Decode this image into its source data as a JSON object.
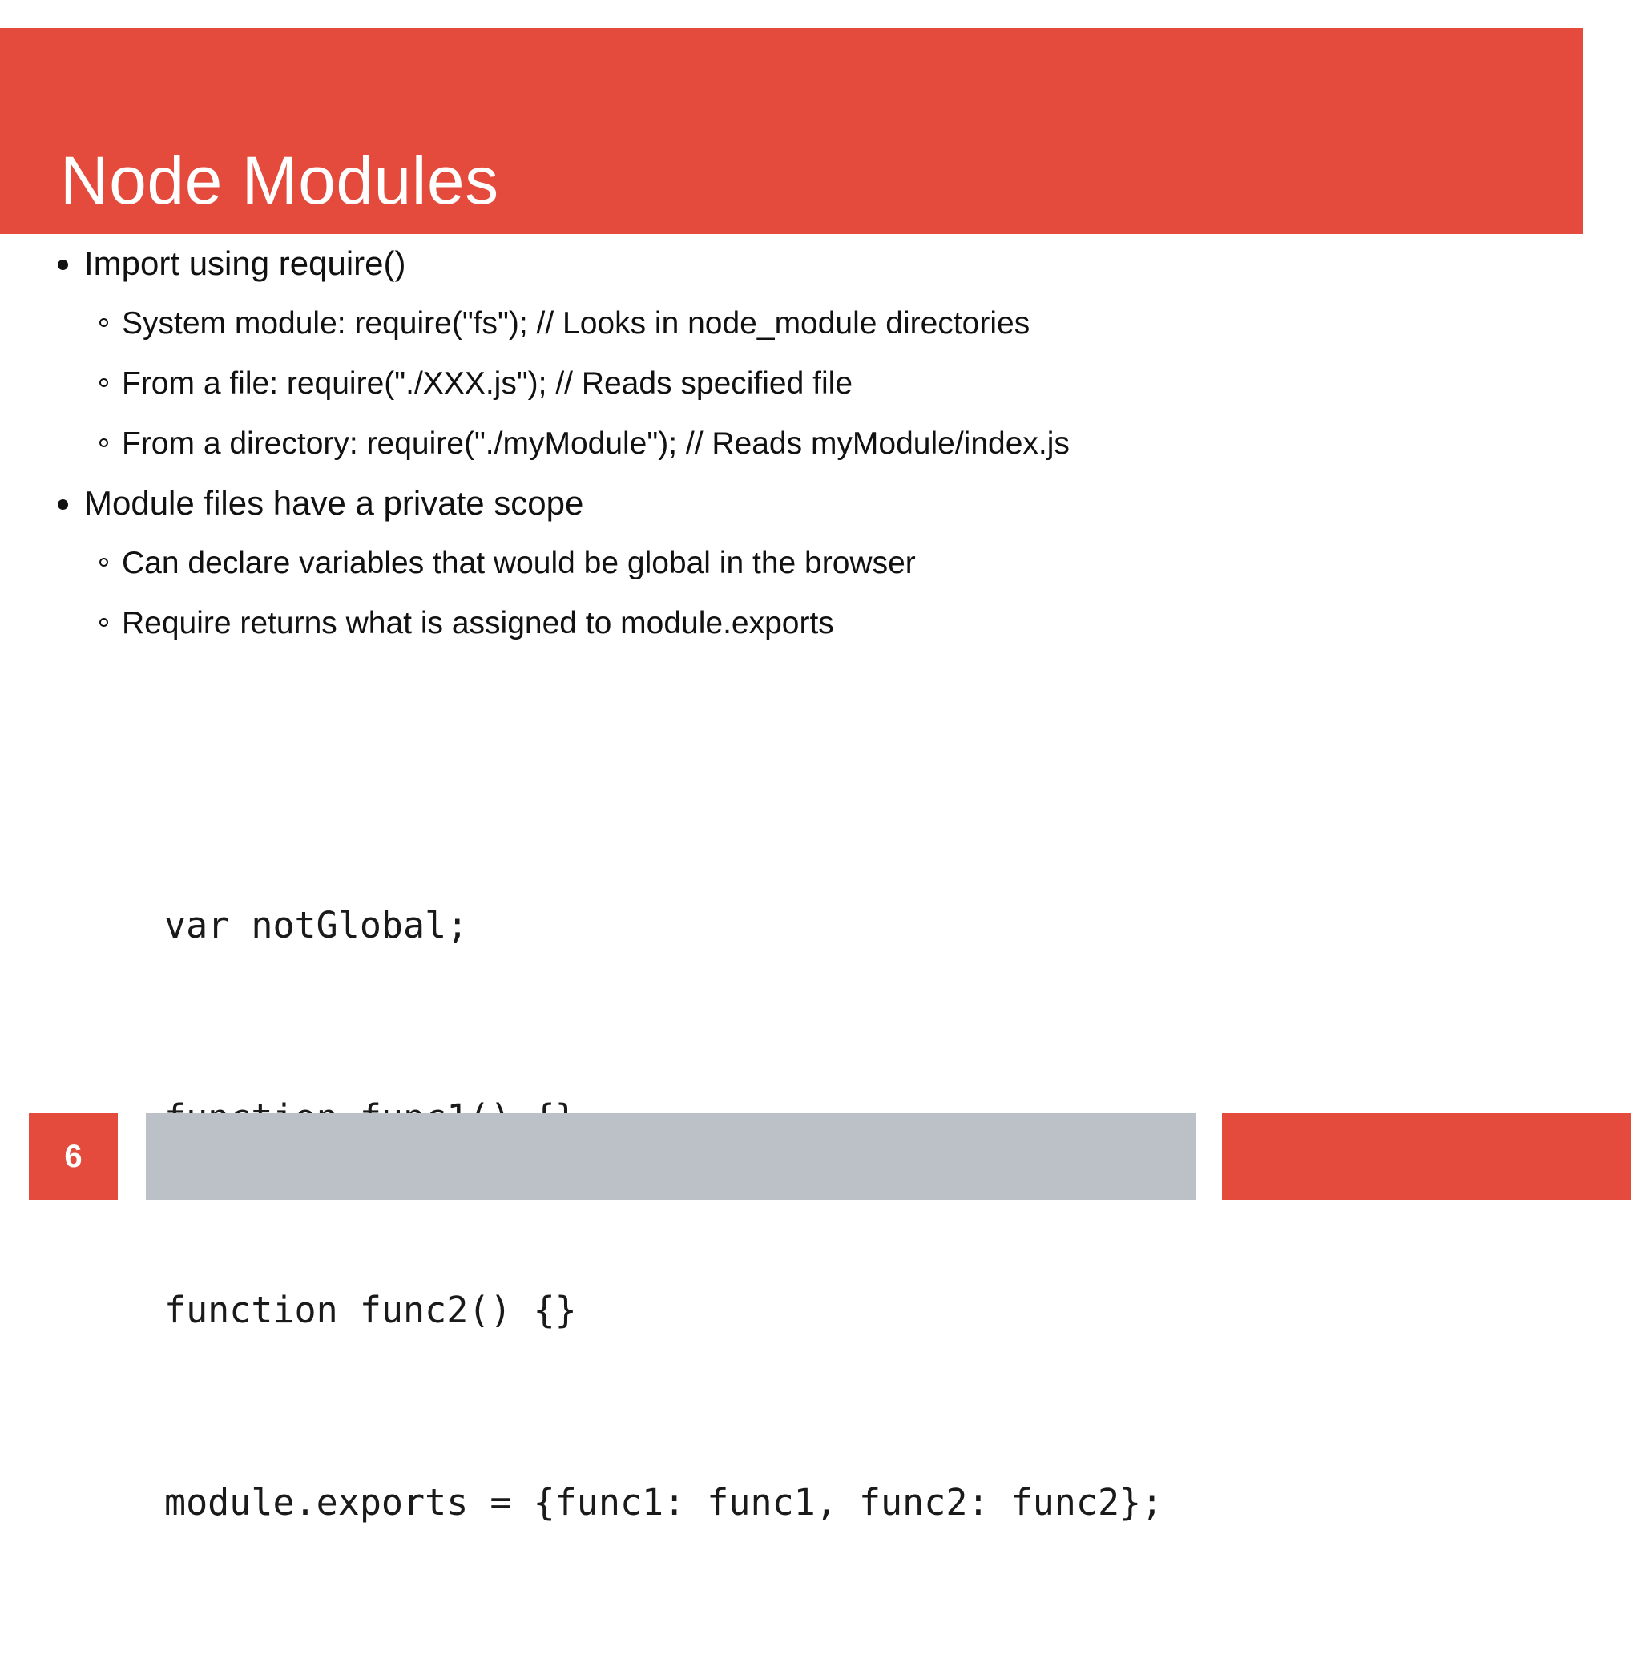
{
  "slide": {
    "title": "Node Modules",
    "accent_color": "#E54B3C",
    "footer_grey_color": "#BCC0C7",
    "text_color": "#111111",
    "background_color": "#FFFFFF"
  },
  "content": {
    "bullets": [
      {
        "text": "Import using require()",
        "sub": [
          "System module: require(\"fs\"); // Looks in node_module directories",
          "From a file: require(\"./XXX.js\"); // Reads specified file",
          "From a directory: require(\"./myModule\"); // Reads myModule/index.js"
        ]
      },
      {
        "text": "Module files have a private scope",
        "sub": [
          "Can declare variables that would be global in the browser",
          "Require returns what is assigned to module.exports"
        ]
      }
    ]
  },
  "code": {
    "lines": [
      "var notGlobal;",
      "function func1() {}",
      "function func2() {}",
      "module.exports = {func1: func1, func2: func2};"
    ]
  },
  "footer": {
    "slide_number": "6"
  }
}
